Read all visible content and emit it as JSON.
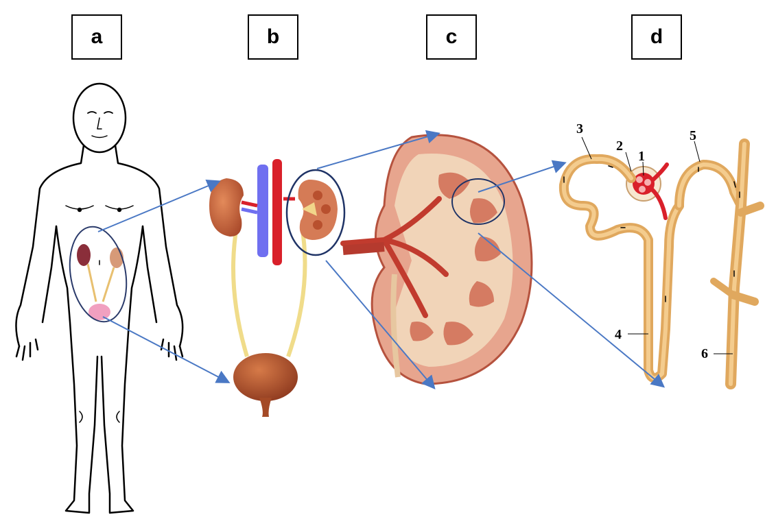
{
  "panels": [
    {
      "letter": "a"
    },
    {
      "letter": "b"
    },
    {
      "letter": "c"
    },
    {
      "letter": "d"
    }
  ],
  "nephron_labels": [
    "1",
    "2",
    "3",
    "4",
    "5",
    "6"
  ],
  "colors": {
    "arrow": "#4a78c4",
    "kidney": "#c8623a",
    "tubule": "#d9a35a",
    "artery": "#d9202a",
    "vein": "#6f6ff0",
    "ureter": "#f0dc8a",
    "bladder": "#b5562e"
  }
}
